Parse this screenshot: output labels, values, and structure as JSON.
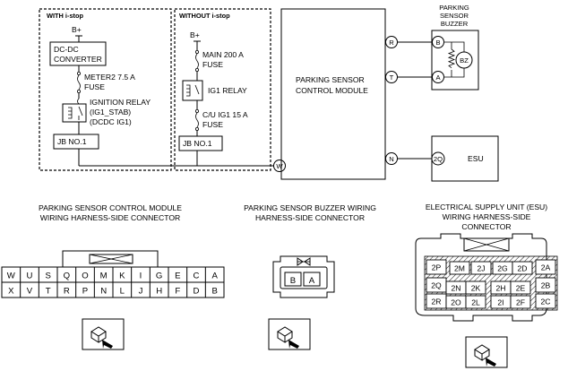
{
  "wiring": {
    "with_istop_label": "WITH i-stop",
    "without_istop_label": "WITHOUT i-stop",
    "b_plus_1": "B+",
    "b_plus_2": "B+",
    "dcdc_converter_line1": "DC-DC",
    "dcdc_converter_line2": "CONVERTER",
    "meter2_fuse_line1": "METER2 7.5 A",
    "meter2_fuse_line2": "FUSE",
    "ignition_relay_line1": "IGNITION RELAY",
    "ignition_relay_line2": "(IG1_STAB)",
    "ignition_relay_line3": "(DCDC IG1)",
    "jb_no1_left": "JB NO.1",
    "main_fuse_line1": "MAIN 200 A",
    "main_fuse_line2": "FUSE",
    "ig1_relay": "IG1 RELAY",
    "cu_ig1_fuse_line1": "C/U IG1 15 A",
    "cu_ig1_fuse_line2": "FUSE",
    "jb_no1_right": "JB NO.1",
    "module_line1": "PARKING SENSOR",
    "module_line2": "CONTROL MODULE",
    "buzzer_title_line1": "PARKING",
    "buzzer_title_line2": "SENSOR",
    "buzzer_title_line3": "BUZZER",
    "buzzer_symbol": "BZ",
    "esu_label": "ESU",
    "terminal_r": "R",
    "terminal_t": "T",
    "terminal_n": "N",
    "terminal_w": "W",
    "buzzer_terminal_b": "B",
    "buzzer_terminal_a": "A",
    "esu_terminal_2q": "2Q"
  },
  "connectors": {
    "module_title_line1": "PARKING SENSOR CONTROL MODULE",
    "module_title_line2": "WIRING HARNESS-SIDE CONNECTOR",
    "buzzer_title_line1": "PARKING SENSOR BUZZER WIRING",
    "buzzer_title_line2": "HARNESS-SIDE CONNECTOR",
    "esu_title_line1": "ELECTRICAL SUPPLY UNIT (ESU)",
    "esu_title_line2": "WIRING HARNESS-SIDE",
    "esu_title_line3": "CONNECTOR",
    "module_top_row": [
      "W",
      "U",
      "S",
      "Q",
      "O",
      "M",
      "K",
      "I",
      "G",
      "E",
      "C",
      "A"
    ],
    "module_bottom_row": [
      "X",
      "V",
      "T",
      "R",
      "P",
      "N",
      "L",
      "J",
      "H",
      "F",
      "D",
      "B"
    ],
    "buzzer_pins": [
      "B",
      "A"
    ],
    "esu_pins": {
      "p2P": "2P",
      "p2M": "2M",
      "p2J": "2J",
      "p2G": "2G",
      "p2D": "2D",
      "p2A": "2A",
      "p2Q": "2Q",
      "p2N": "2N",
      "p2K": "2K",
      "p2H": "2H",
      "p2E": "2E",
      "p2B": "2B",
      "p2R": "2R",
      "p2O": "2O",
      "p2L": "2L",
      "p2I": "2I",
      "p2F": "2F",
      "p2C": "2C"
    }
  }
}
